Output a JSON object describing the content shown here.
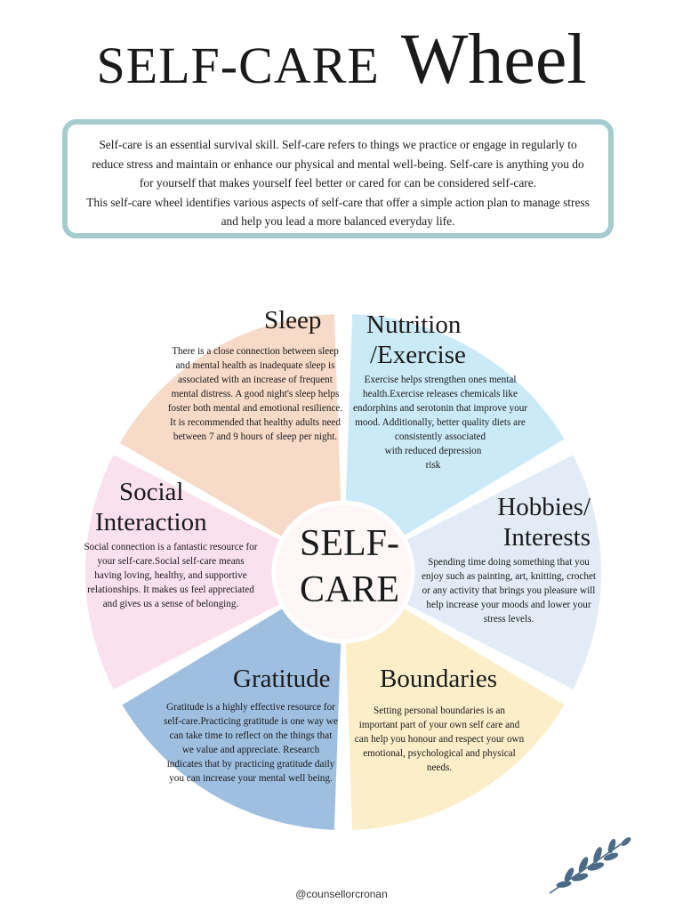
{
  "title": {
    "part1": "SELF-CARE",
    "part2": "Wheel"
  },
  "intro": {
    "paragraph1": "Self-care is an essential survival skill. Self-care refers to things we practice or engage in regularly to reduce stress and maintain or enhance our physical and mental well-being. Self-care is anything you do for yourself that makes yourself feel better or cared for can be considered self-care.",
    "paragraph2": "This self-care wheel identifies various aspects of self-care that offer a simple action plan to manage stress and help you lead a more balanced everyday life."
  },
  "center_label": {
    "line1": "SELF-",
    "line2": "CARE"
  },
  "segments": [
    {
      "title": "Sleep",
      "color": "#f7dac8",
      "text": "There is a close connection between sleep and mental health as inadequate sleep is associated with an increase of frequent mental distress. A good night's sleep helps foster both mental and emotional resilience. It is recommended that healthy adults need between 7 and 9 hours of sleep per night."
    },
    {
      "title_line1": "Nutrition",
      "title_line2": "/Exercise",
      "color": "#cbeaf8",
      "text_line1": "Exercise helps strengthen ones mental health.Exercise releases chemicals like endorphins and serotonin that improve your mood. Additionally, better quality diets are consistently associated",
      "text_line2": "with reduced depression risk"
    },
    {
      "title_line1": "Hobbies/",
      "title_line2": "Interests",
      "color": "#e3ecf6",
      "text": "Spending time doing something that you enjoy such as painting, art, knitting, crochet or any activity that brings you pleasure will help increase your moods and lower your stress levels."
    },
    {
      "title": "Boundaries",
      "color": "#fbeec8",
      "text": "Setting personal boundaries is an important part of your own self care and can help you honour and respect your own emotional, psychological and physical needs."
    },
    {
      "title": "Gratitude",
      "color": "#9fbfe0",
      "text": "Gratitude is a  highly  effective resource for self-care.Practicing gratitude is one way we can take time to reflect on the things that we value and appreciate. Research indicates that by practicing gratitude daily you can increase your mental well being."
    },
    {
      "title_line1": "Social",
      "title_line2": "Interaction",
      "color": "#fbe1ee",
      "text": "Social connection is a fantastic resource for your self-care.Social self-care means having loving, healthy, and supportive relationships. It makes us feel appreciated and gives us a sense of belonging."
    }
  ],
  "center_color": "#fff7f7",
  "footer": "@counsellorcronan",
  "icons": {
    "decoration": "leaf-sprig-icon"
  }
}
